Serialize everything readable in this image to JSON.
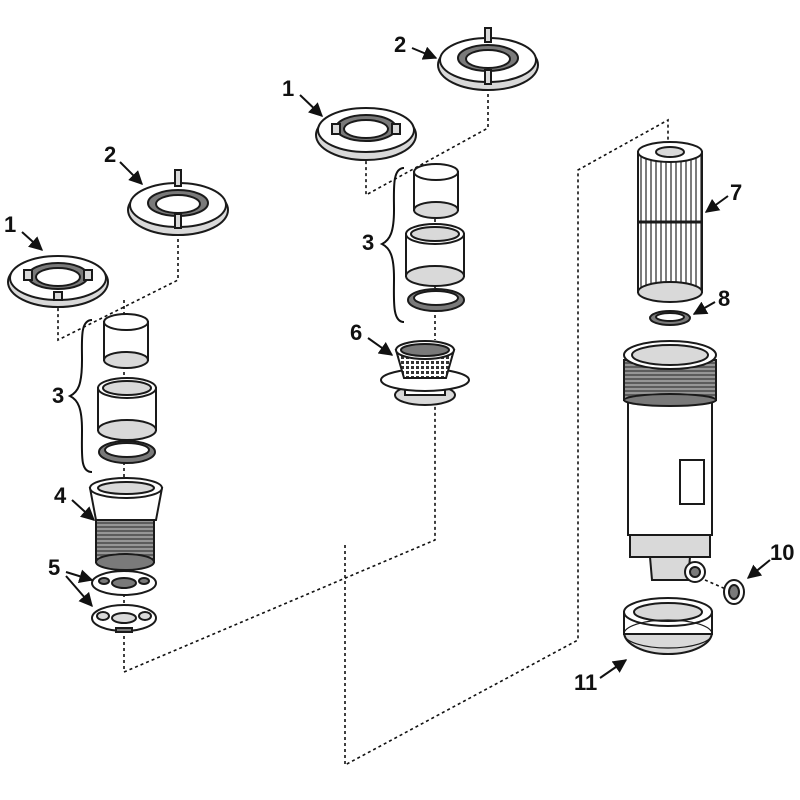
{
  "callouts": {
    "c1_left": "1",
    "c2_left": "2",
    "c3_left": "3",
    "c4": "4",
    "c5": "5",
    "c1_mid": "1",
    "c2_mid": "2",
    "c3_mid": "3",
    "c6": "6",
    "c7": "7",
    "c8": "8",
    "c10": "10",
    "c11": "11"
  },
  "colors": {
    "line": "#1a1a1a",
    "shade": "#d9d9d9",
    "dark": "#7a7a7a"
  }
}
